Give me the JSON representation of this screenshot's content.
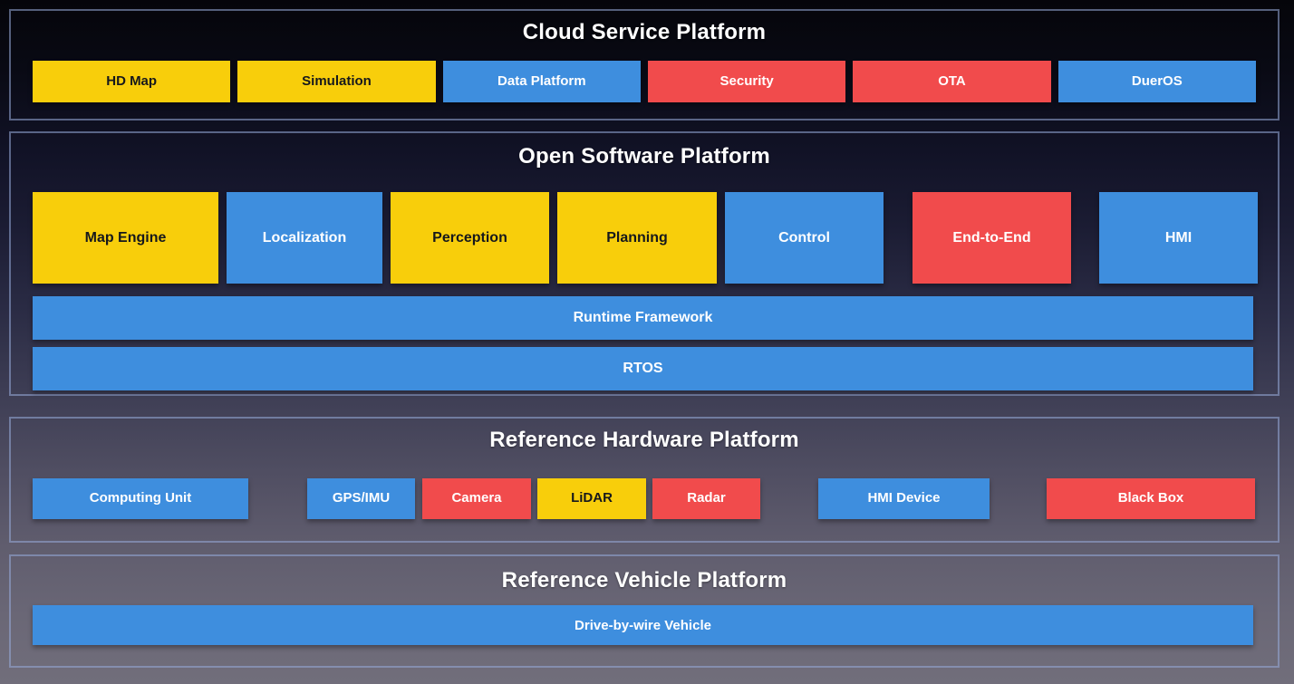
{
  "palette": {
    "yellow": "#F8CE0B",
    "blue": "#3E8EDE",
    "red": "#F14B4C",
    "dark_text": "#16181C",
    "light_text": "#FFFFFF",
    "section_border": "#98ACDA",
    "title_text": "#FFFFFF"
  },
  "sections": {
    "cloud": {
      "title": "Cloud Service Platform",
      "boxes": [
        {
          "label": "HD Map",
          "bg": "#F8CE0B",
          "fg": "#16181C"
        },
        {
          "label": "Simulation",
          "bg": "#F8CE0B",
          "fg": "#16181C"
        },
        {
          "label": "Data Platform",
          "bg": "#3E8EDE",
          "fg": "#FFFFFF"
        },
        {
          "label": "Security",
          "bg": "#F14B4C",
          "fg": "#FFFFFF"
        },
        {
          "label": "OTA",
          "bg": "#F14B4C",
          "fg": "#FFFFFF"
        },
        {
          "label": "DuerOS",
          "bg": "#3E8EDE",
          "fg": "#FFFFFF"
        }
      ]
    },
    "software": {
      "title": "Open Software Platform",
      "modules": [
        {
          "label": "Map Engine",
          "bg": "#F8CE0B",
          "fg": "#16181C"
        },
        {
          "label": "Localization",
          "bg": "#3E8EDE",
          "fg": "#FFFFFF"
        },
        {
          "label": "Perception",
          "bg": "#F8CE0B",
          "fg": "#16181C"
        },
        {
          "label": "Planning",
          "bg": "#F8CE0B",
          "fg": "#16181C"
        },
        {
          "label": "Control",
          "bg": "#3E8EDE",
          "fg": "#FFFFFF"
        },
        {
          "label": "End-to-End",
          "bg": "#F14B4C",
          "fg": "#FFFFFF"
        },
        {
          "label": "HMI",
          "bg": "#3E8EDE",
          "fg": "#FFFFFF"
        }
      ],
      "bars": [
        {
          "label": "Runtime Framework",
          "bg": "#3E8EDE",
          "fg": "#FFFFFF"
        },
        {
          "label": "RTOS",
          "bg": "#3E8EDE",
          "fg": "#FFFFFF"
        }
      ]
    },
    "hardware": {
      "title": "Reference Hardware Platform",
      "boxes": [
        {
          "label": "Computing Unit",
          "bg": "#3E8EDE",
          "fg": "#FFFFFF"
        },
        {
          "label": "GPS/IMU",
          "bg": "#3E8EDE",
          "fg": "#FFFFFF"
        },
        {
          "label": "Camera",
          "bg": "#F14B4C",
          "fg": "#FFFFFF"
        },
        {
          "label": "LiDAR",
          "bg": "#F8CE0B",
          "fg": "#16181C"
        },
        {
          "label": "Radar",
          "bg": "#F14B4C",
          "fg": "#FFFFFF"
        },
        {
          "label": "HMI Device",
          "bg": "#3E8EDE",
          "fg": "#FFFFFF"
        },
        {
          "label": "Black Box",
          "bg": "#F14B4C",
          "fg": "#FFFFFF"
        }
      ]
    },
    "vehicle": {
      "title": "Reference Vehicle Platform",
      "bar": {
        "label": "Drive-by-wire Vehicle",
        "bg": "#3E8EDE",
        "fg": "#FFFFFF"
      }
    }
  }
}
